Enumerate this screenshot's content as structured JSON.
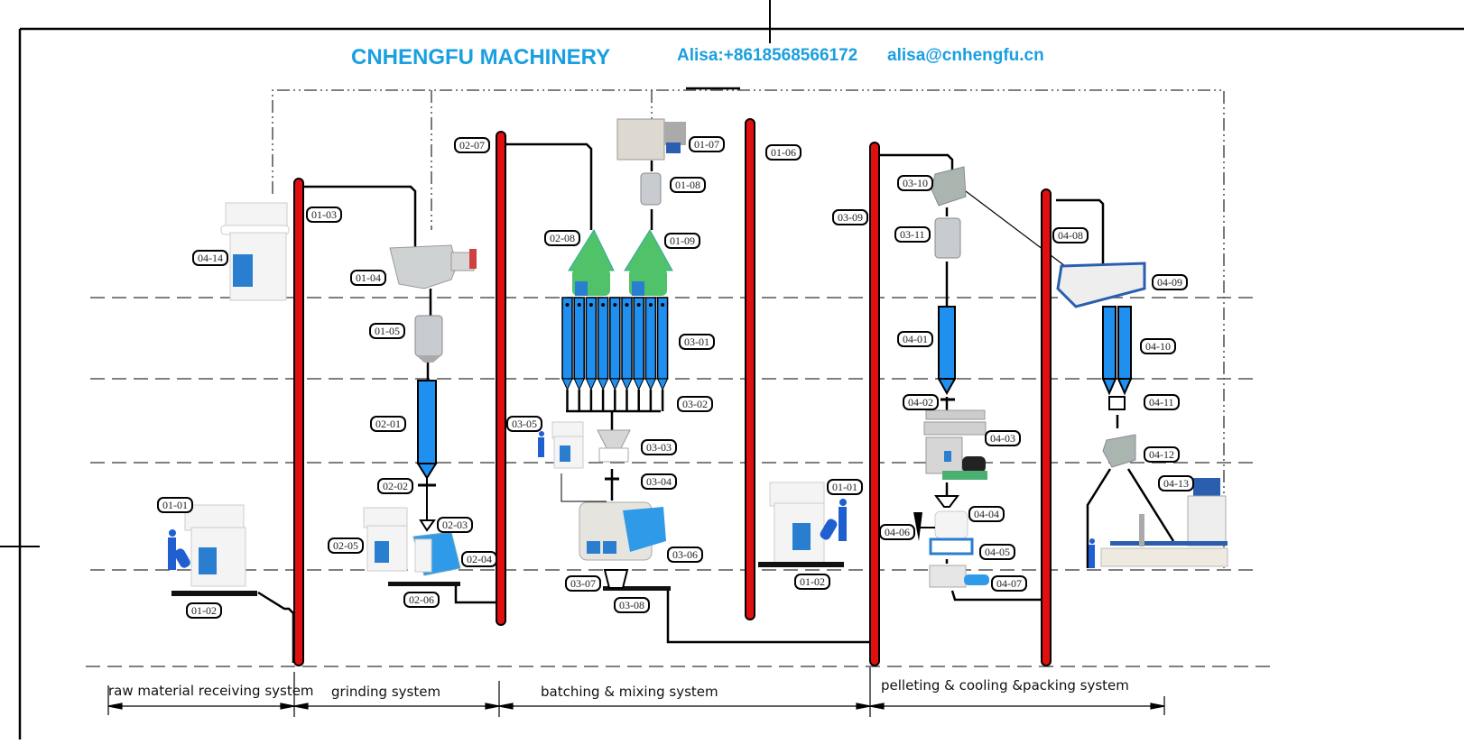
{
  "header": {
    "company": "CNHENGFU MACHINERY",
    "contact_phone": "Alisa:+8618568566172",
    "contact_email": "alisa@cnhengfu.cn",
    "brand_color": "#1a9fe0"
  },
  "colors": {
    "elevator_red": "#e01010",
    "silo_blue": "#1f8ff0",
    "cone_green": "#4fc26a",
    "line_black": "#000000"
  },
  "labels": {
    "l0101": "01-01",
    "l0102": "01-02",
    "l0103": "01-03",
    "l0104": "01-04",
    "l0105": "01-05",
    "l0106": "01-06",
    "l0107": "01-07",
    "l0108": "01-08",
    "l0109": "01-09",
    "l0101b": "01-01",
    "l0102b": "01-02",
    "l0201": "02-01",
    "l0202": "02-02",
    "l0203": "02-03",
    "l0204": "02-04",
    "l0205": "02-05",
    "l0206": "02-06",
    "l0207": "02-07",
    "l0208": "02-08",
    "l0301": "03-01",
    "l0302": "03-02",
    "l0303": "03-03",
    "l0304": "03-04",
    "l0305": "03-05",
    "l0306": "03-06",
    "l0307": "03-07",
    "l0308": "03-08",
    "l0309": "03-09",
    "l0310": "03-10",
    "l0311": "03-11",
    "l0401": "04-01",
    "l0402": "04-02",
    "l0403": "04-03",
    "l0404": "04-04",
    "l0405": "04-05",
    "l0406": "04-06",
    "l0407": "04-07",
    "l0408": "04-08",
    "l0409": "04-09",
    "l0410": "04-10",
    "l0411": "04-11",
    "l0412": "04-12",
    "l0413": "04-13",
    "l0414": "04-14"
  },
  "systems": [
    {
      "label": "raw material receiving system"
    },
    {
      "label": "grinding system"
    },
    {
      "label": "batching & mixing system"
    },
    {
      "label": "pelleting & cooling &packing system"
    }
  ],
  "bin_count": 9,
  "equipment_icons": [
    "dust-collector-icon",
    "bucket-elevator-icon",
    "drum-cleaner-icon",
    "magnet-cylinder-icon",
    "silo-icon",
    "hammer-mill-icon",
    "cyclone-icon",
    "mixer-icon",
    "pellet-mill-icon",
    "cooler-icon",
    "crumbler-icon",
    "screener-icon",
    "distributor-icon",
    "packing-scale-icon",
    "operator-icon"
  ]
}
